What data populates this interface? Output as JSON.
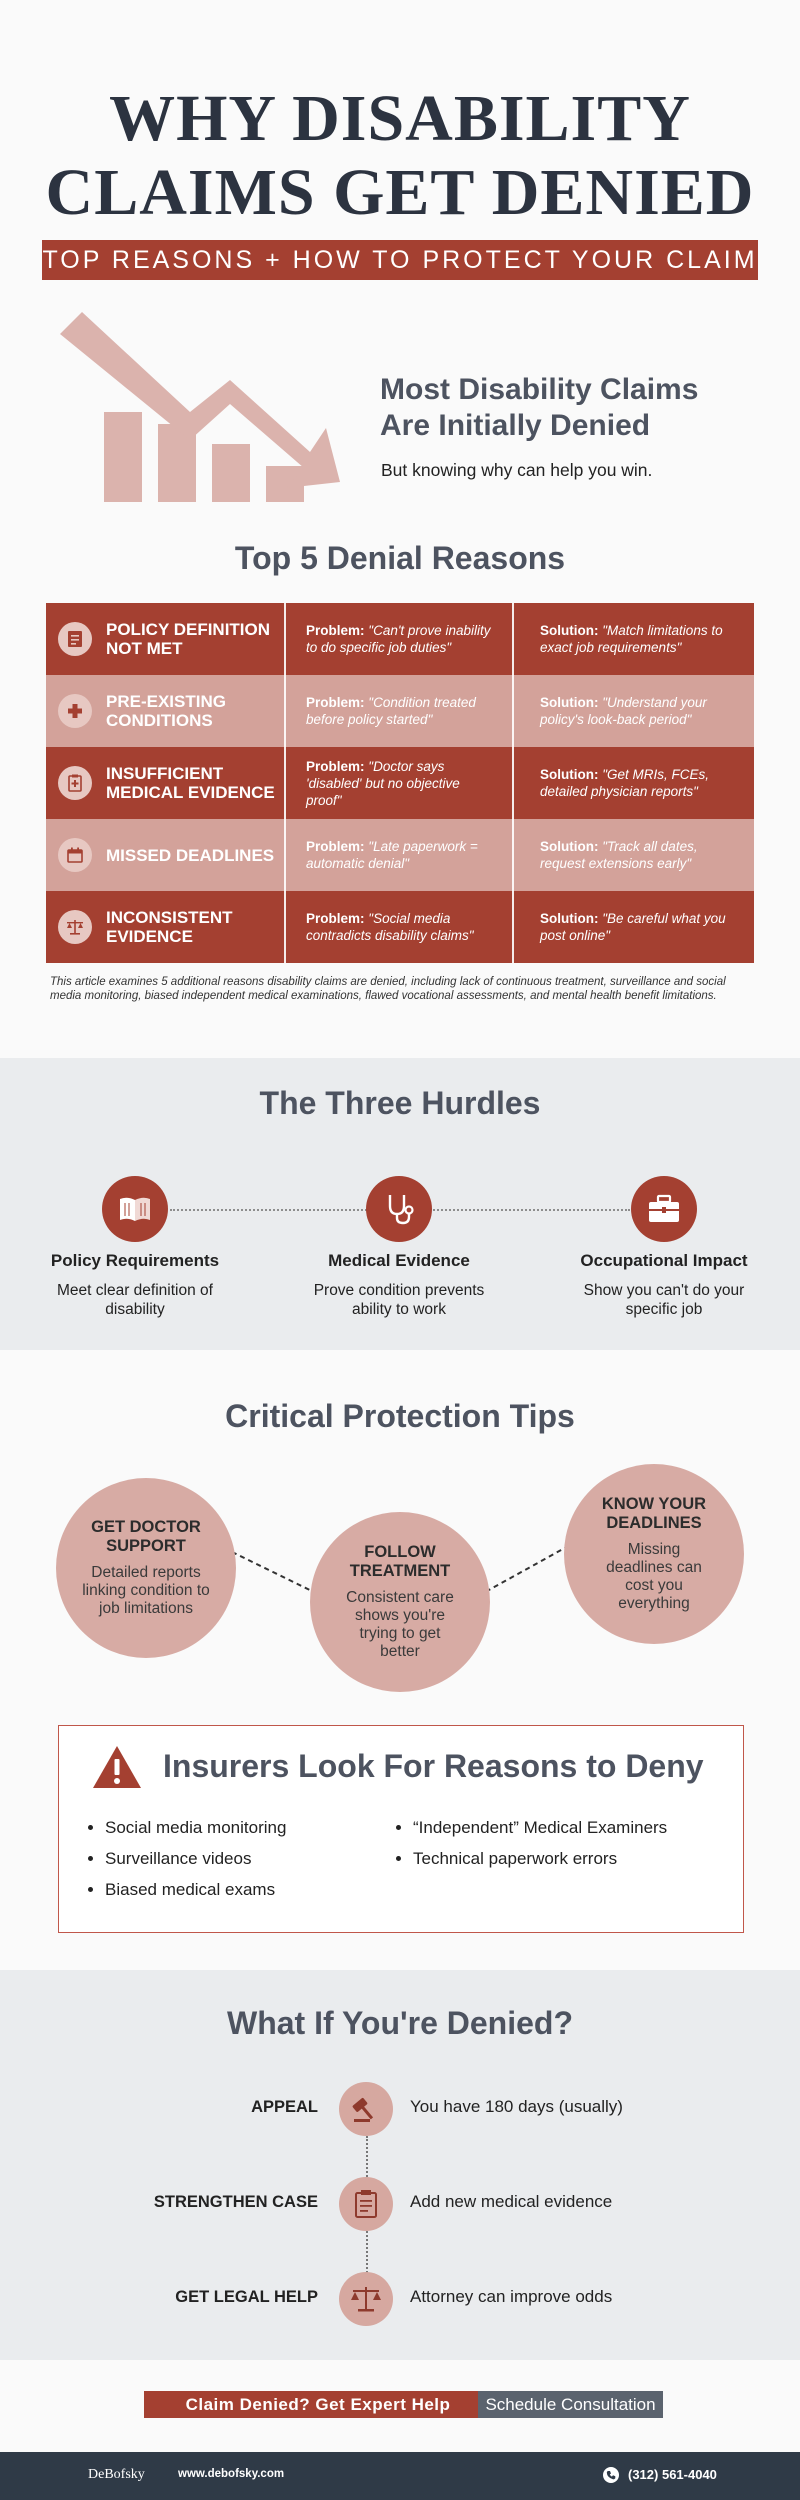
{
  "header": {
    "title_line1": "WHY DISABILITY",
    "title_line2": "CLAIMS GET DENIED",
    "banner": "TOP REASONS + HOW TO PROTECT YOUR CLAIM"
  },
  "hero": {
    "heading_line1": "Most Disability Claims",
    "heading_line2": "Are Initially Denied",
    "subtext": "But knowing why can help you win."
  },
  "reasons": {
    "title": "Top 5 Denial Reasons",
    "problem_prefix": "Problem:",
    "solution_prefix": "Solution:",
    "rows": [
      {
        "label_line1": "POLICY DEFINITION",
        "label_line2": "NOT MET",
        "problem": "\"Can't prove inability to do specific job duties\"",
        "solution": "\"Match limitations to exact job requirements\"",
        "icon": "document-icon"
      },
      {
        "label_line1": "PRE-EXISTING",
        "label_line2": "CONDITIONS",
        "problem": "\"Condition treated before policy started\"",
        "solution": "\"Understand your policy's look-back period\"",
        "icon": "medical-cross-icon"
      },
      {
        "label_line1": "INSUFFICIENT",
        "label_line2": "MEDICAL EVIDENCE",
        "problem": "\"Doctor says 'disabled' but no objective proof\"",
        "solution": "\"Get MRIs, FCEs, detailed physician reports\"",
        "icon": "clipboard-icon"
      },
      {
        "label_line1": "MISSED DEADLINES",
        "label_line2": "",
        "problem": "\"Late paperwork = automatic denial\"",
        "solution": "\"Track all dates, request extensions early\"",
        "icon": "calendar-icon"
      },
      {
        "label_line1": "INCONSISTENT",
        "label_line2": "EVIDENCE",
        "problem": "\"Social media contradicts disability claims\"",
        "solution": "\"Be careful what you post online\"",
        "icon": "scale-icon"
      }
    ],
    "note": "This article examines 5 additional reasons disability claims are denied, including lack of continuous treatment, surveillance and social media monitoring, biased independent medical examinations, flawed vocational assessments, and mental health benefit limitations."
  },
  "hurdles": {
    "title": "The Three Hurdles",
    "items": [
      {
        "title": "Policy Requirements",
        "desc_line1": "Meet clear definition of",
        "desc_line2": "disability",
        "icon": "book-icon"
      },
      {
        "title": "Medical Evidence",
        "desc_line1": "Prove condition prevents",
        "desc_line2": "ability to work",
        "icon": "stethoscope-icon"
      },
      {
        "title": "Occupational Impact",
        "desc_line1": "Show you can't do your",
        "desc_line2": "specific job",
        "icon": "briefcase-icon"
      }
    ]
  },
  "tips": {
    "title": "Critical Protection Tips",
    "items": [
      {
        "title_line1": "GET DOCTOR",
        "title_line2": "SUPPORT",
        "desc": "Detailed reports linking condition to job limitations"
      },
      {
        "title_line1": "FOLLOW",
        "title_line2": "TREATMENT",
        "desc": "Consistent care shows you're trying to get better"
      },
      {
        "title_line1": "KNOW YOUR",
        "title_line2": "DEADLINES",
        "desc": "Missing deadlines can cost you everything"
      }
    ]
  },
  "warning": {
    "title": "Insurers Look For Reasons to Deny",
    "left_items": [
      "Social media monitoring",
      "Surveillance videos",
      "Biased medical exams"
    ],
    "right_items": [
      "“Independent” Medical Examiners",
      "Technical paperwork errors"
    ]
  },
  "denied": {
    "title": "What If You're Denied?",
    "steps": [
      {
        "label": "APPEAL",
        "text": "You have 180 days (usually)",
        "icon": "gavel-icon"
      },
      {
        "label": "STRENGTHEN CASE",
        "text": "Add new medical evidence",
        "icon": "clipboard-icon"
      },
      {
        "label": "GET LEGAL HELP",
        "text": "Attorney can improve odds",
        "icon": "scales-icon"
      }
    ]
  },
  "cta": {
    "primary": "Claim Denied? Get Expert Help",
    "secondary": "Schedule Consultation"
  },
  "footer": {
    "brand": "DeBofsky",
    "url": "www.debofsky.com",
    "phone": "(312) 561-4040"
  },
  "colors": {
    "accent": "#a44031",
    "accent_light": "#d3a29a",
    "dark": "#2c3340",
    "footer": "#2f3a47"
  }
}
